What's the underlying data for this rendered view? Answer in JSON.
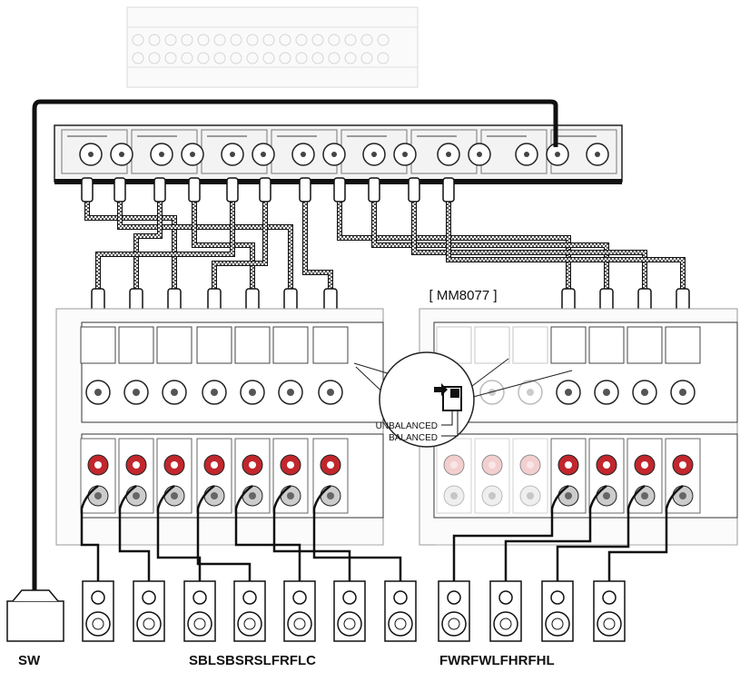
{
  "amp_model_label": "[ MM8077 ]",
  "switch_callout": {
    "unbalanced": "UNBALANCED",
    "balanced": "BALANCED"
  },
  "speaker_labels": {
    "subwoofer": "SW",
    "group_left": "SBLSBSRSLFRFLC",
    "group_right": "FWRFWLFHRFHL"
  }
}
